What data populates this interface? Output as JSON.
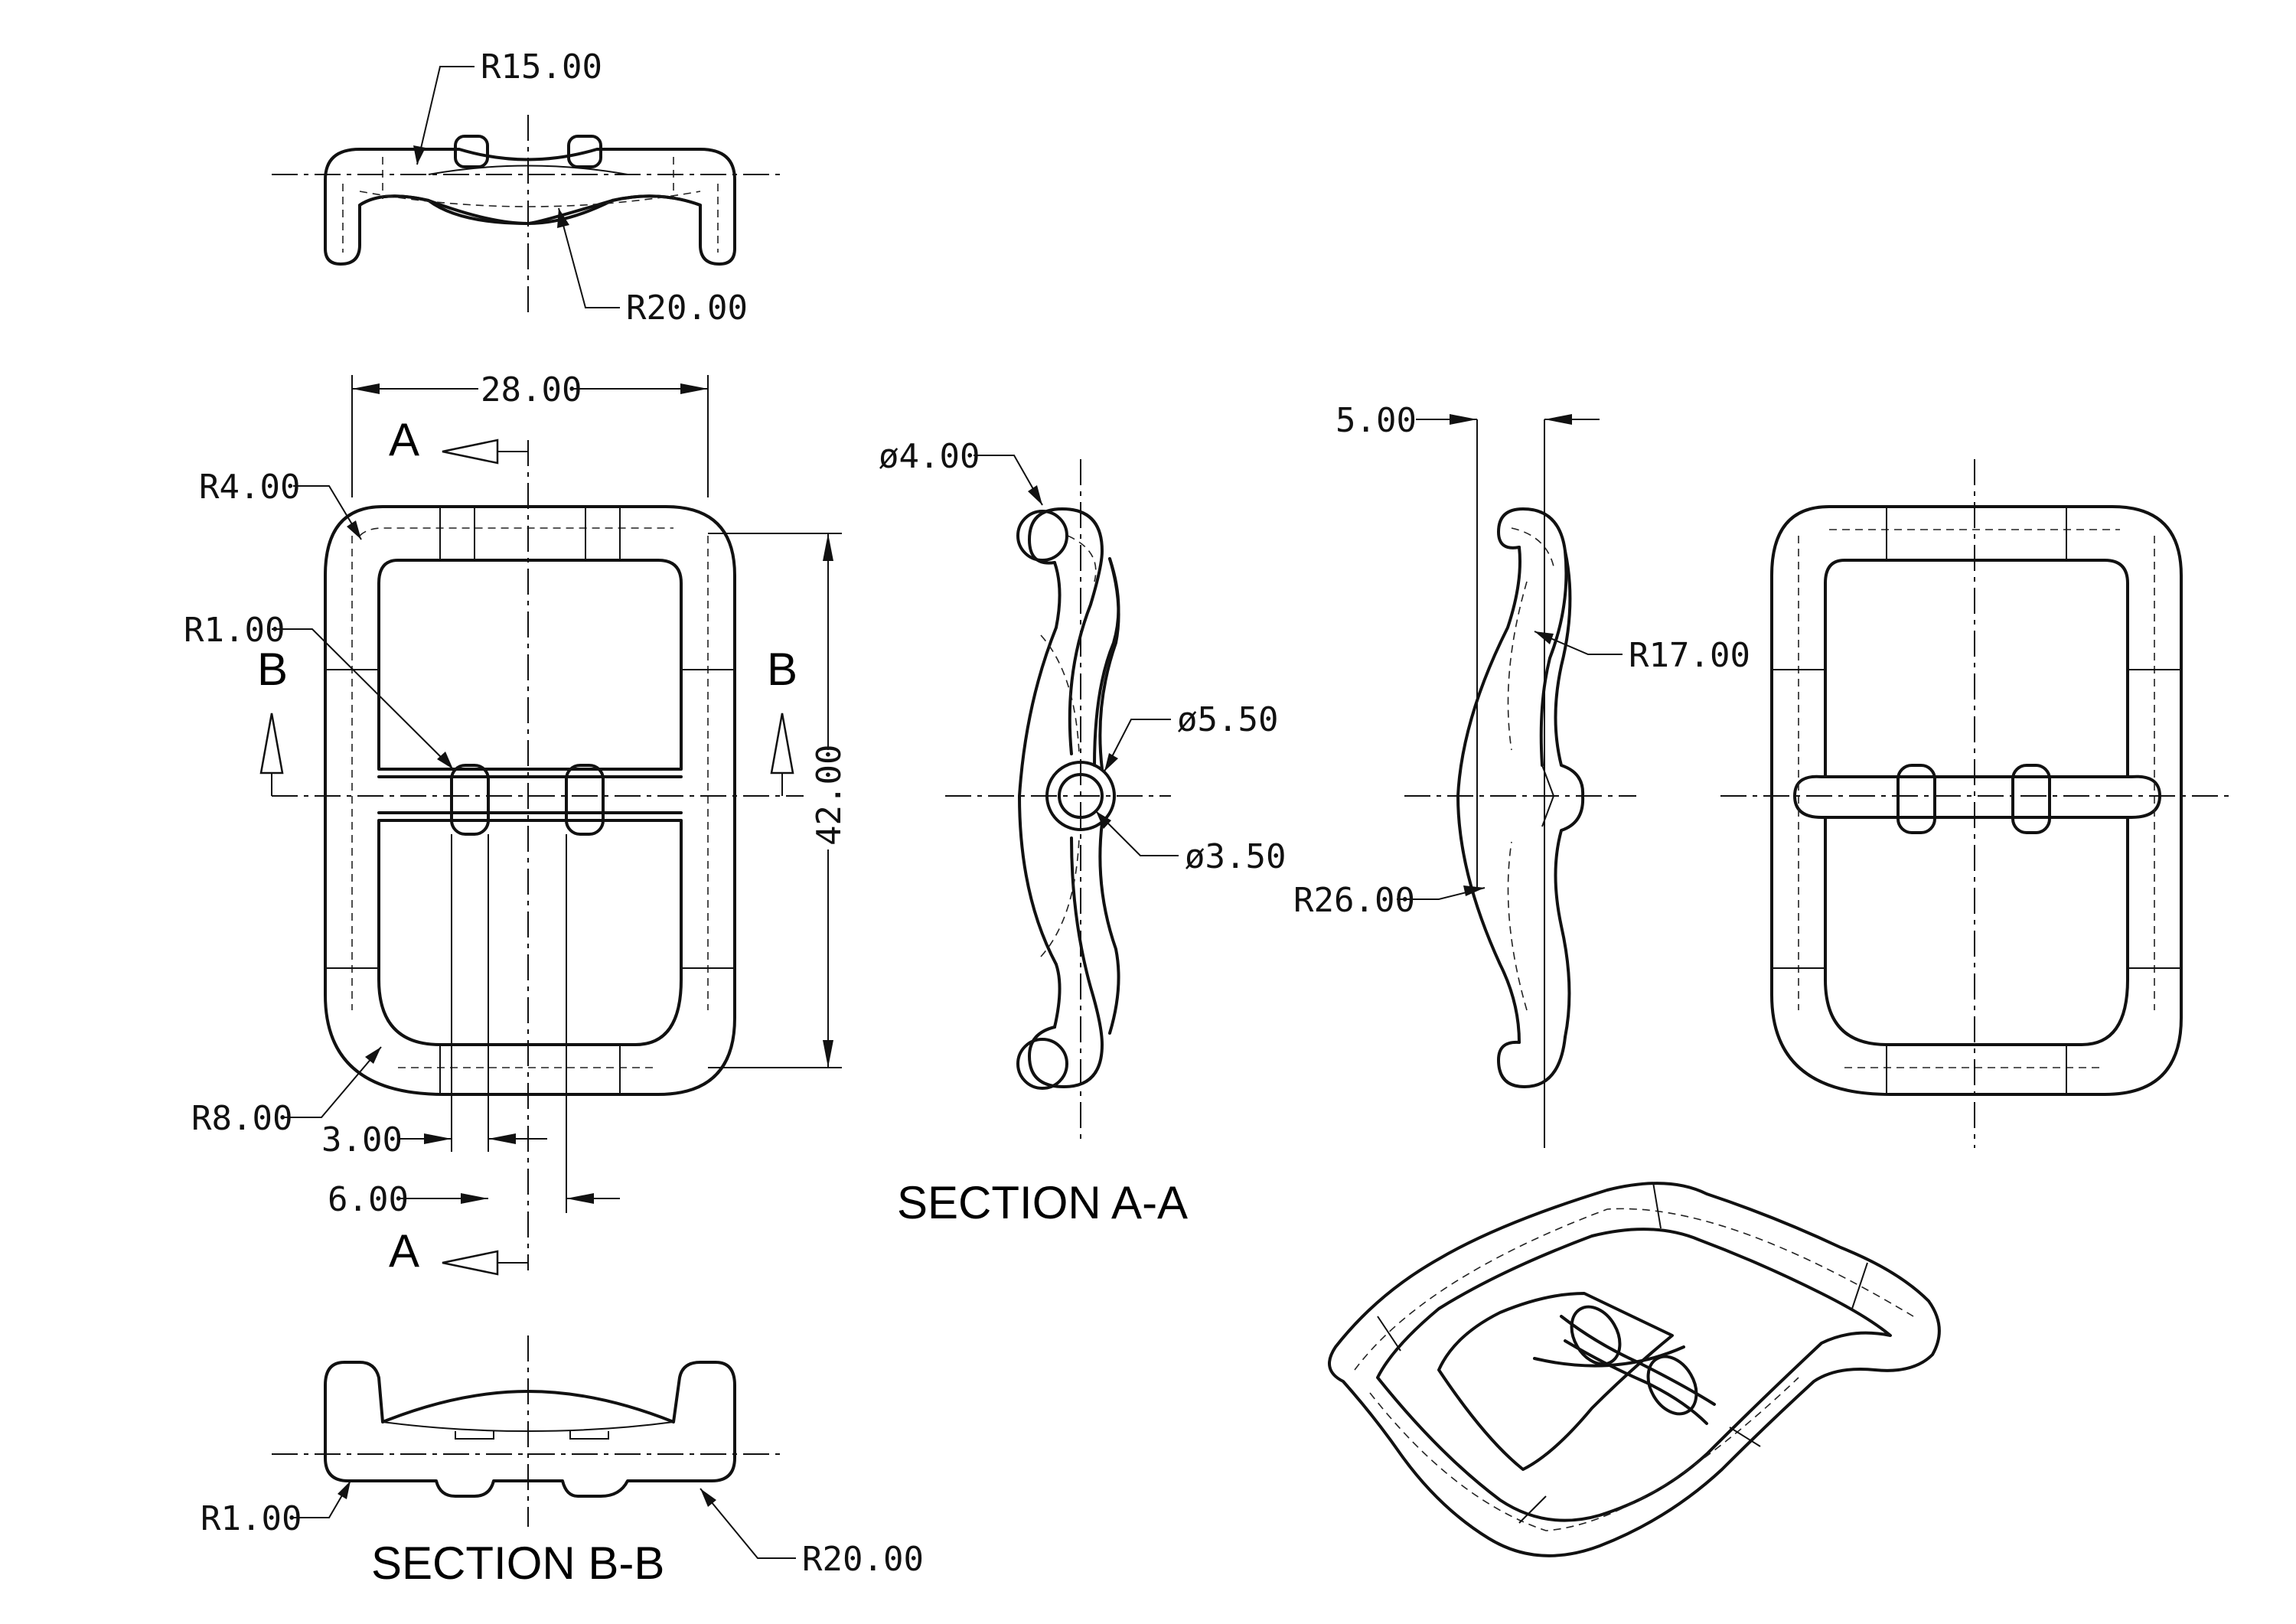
{
  "dimensions": {
    "top_r15": "R15.00",
    "top_r20": "R20.00",
    "width_28": "28.00",
    "r4": "R4.00",
    "r1_front": "R1.00",
    "height_42": "42.00",
    "r8": "R8.00",
    "d3": "3.00",
    "d6": "6.00",
    "dia4": "ø4.00",
    "dia55": "ø5.50",
    "dia35": "ø3.50",
    "d5": "5.00",
    "r17": "R17.00",
    "r26": "R26.00",
    "r1_section": "R1.00",
    "r20_section": "R20.00"
  },
  "section_marks": {
    "a_top": "A",
    "a_bottom": "A",
    "b_left": "B",
    "b_right": "B"
  },
  "titles": {
    "section_aa": "SECTION A-A",
    "section_bb": "SECTION B-B"
  }
}
